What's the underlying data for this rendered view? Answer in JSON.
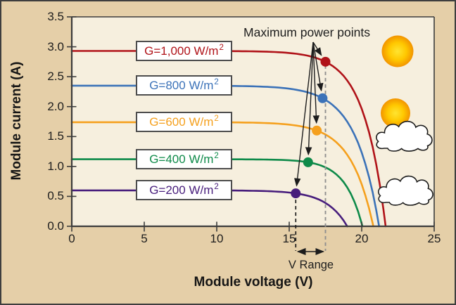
{
  "chart_data": {
    "type": "line",
    "title": "",
    "xlabel": "Module voltage (V)",
    "ylabel": "Module current (A)",
    "xlim": [
      0,
      25
    ],
    "ylim": [
      0,
      3.5
    ],
    "xticks": [
      "0",
      "5",
      "10",
      "15",
      "20",
      "25"
    ],
    "yticks": [
      "0.0",
      "0.5",
      "1.0",
      "1.5",
      "2.0",
      "2.5",
      "3.0",
      "3.5"
    ],
    "grid": false,
    "legend_position": "in-plot stacked boxes, left side",
    "series": [
      {
        "label": "G=1,000 W/m",
        "label_sup": "2",
        "irradiance_w_per_m2": 1000,
        "color": "#b01218",
        "isc_a": 2.93,
        "voc_v": 21.65,
        "mpp_v": 17.5,
        "mpp_i": 2.75
      },
      {
        "label": "G=800 W/m",
        "label_sup": "2",
        "irradiance_w_per_m2": 800,
        "color": "#3b72b8",
        "isc_a": 2.35,
        "voc_v": 21.2,
        "mpp_v": 17.3,
        "mpp_i": 2.14
      },
      {
        "label": "G=600 W/m",
        "label_sup": "2",
        "irradiance_w_per_m2": 600,
        "color": "#f5a01d",
        "isc_a": 1.74,
        "voc_v": 20.8,
        "mpp_v": 16.9,
        "mpp_i": 1.6
      },
      {
        "label": "G=400 W/m",
        "label_sup": "2",
        "irradiance_w_per_m2": 400,
        "color": "#0e8a49",
        "isc_a": 1.12,
        "voc_v": 20.05,
        "mpp_v": 16.3,
        "mpp_i": 1.07
      },
      {
        "label": "G=200 W/m",
        "label_sup": "2",
        "irradiance_w_per_m2": 200,
        "color": "#471d7c",
        "isc_a": 0.6,
        "voc_v": 19.0,
        "mpp_v": 15.45,
        "mpp_i": 0.55
      }
    ],
    "annotations": {
      "mpp_label": "Maximum power points",
      "v_range_label": "V Range",
      "v_range_from_v": 15.45,
      "v_range_to_v": 17.5
    },
    "icons": [
      "sun-icon",
      "sun-behind-cloud-icon",
      "cloud-icon"
    ]
  },
  "colors": {
    "canvas_bg": "#e5cfa8",
    "plot_bg": "#f6efde",
    "axis": "#3c3c3c",
    "text": "#1c1c1c",
    "label_box_bg": "#ffffff",
    "label_box_border": "#4d4d4d",
    "dashed_left": "#1c1c1c",
    "dashed_right": "#8f8f8f",
    "arrow": "#1c1c1c",
    "sun_core": "#ffe431",
    "sun_mid": "#ffc800",
    "sun_edge": "#f29400",
    "cloud_fill": "#ffffff",
    "cloud_outline": "#1a1a1a"
  }
}
